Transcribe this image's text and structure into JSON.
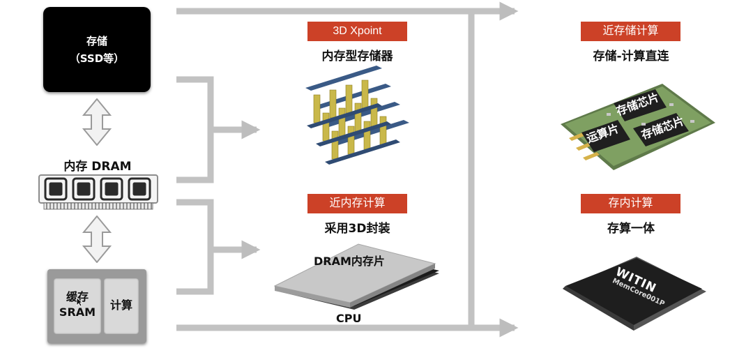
{
  "left": {
    "storage": {
      "line1": "存储",
      "line2": "（SSD等）"
    },
    "dram_label": "内存 DRAM",
    "cache": {
      "key1_line1": "缓存",
      "key1_line2": "SRAM",
      "key2": "计算"
    }
  },
  "middle": {
    "xpoint": {
      "tag": "3D Xpoint",
      "subtitle": "内存型存储器"
    },
    "near_memory": {
      "tag": "近内存计算",
      "subtitle": "采用3D封装",
      "top_label": "DRAM内存片",
      "bottom_label": "CPU"
    }
  },
  "right": {
    "near_storage": {
      "tag": "近存储计算",
      "subtitle": "存储-计算直连",
      "chip_labels": [
        "存储芯片",
        "运算片",
        "存储芯片"
      ]
    },
    "in_memory": {
      "tag": "存内计算",
      "subtitle": "存算一体",
      "chip_brand": "WITIN",
      "chip_model": "MemCore001P"
    }
  },
  "colors": {
    "tag_red": "#cc4127",
    "arrow_gray": "#c0c0c0",
    "xpoint_blue": "#3a5a86",
    "xpoint_yellow": "#c9b84a"
  }
}
